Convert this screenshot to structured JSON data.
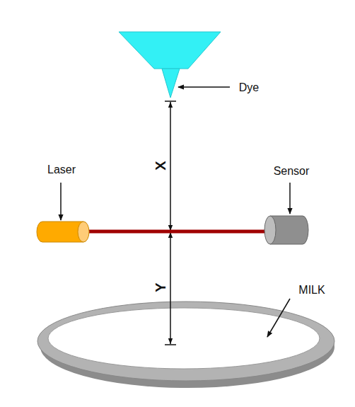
{
  "diagram": {
    "labels": [
      "Dye",
      "X",
      "Laser",
      "Sensor",
      "Y",
      "MILK"
    ]
  }
}
